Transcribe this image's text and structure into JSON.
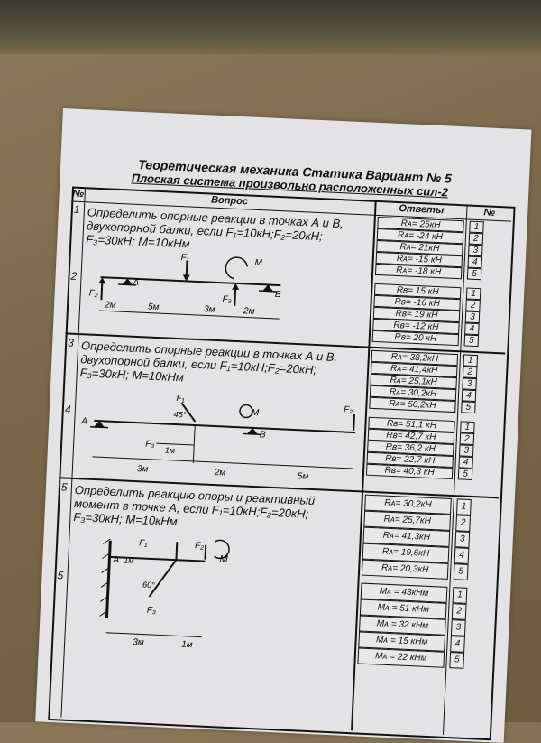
{
  "header": {
    "title": "Теоретическая механика   Статика  Вариант № 5",
    "subtitle": "Плоская система произвольно расположенных сил-2",
    "col_no": "№",
    "col_question": "Вопрос",
    "col_answers": "Ответы",
    "col_no2": "№"
  },
  "tasks": [
    {
      "nums": [
        "1",
        "2"
      ],
      "question": "Определить опорные реакции в точках А и В, двухопорной балки, если F₁=10кН;F₂=20кН; F₃=30кН; M=10кНм",
      "answers_a": [
        {
          "text": "Rᴀ= 25кН",
          "n": "1"
        },
        {
          "text": "Rᴀ= -24 кН",
          "n": "2"
        },
        {
          "text": "Rᴀ= 21кН",
          "n": "3"
        },
        {
          "text": "Rᴀ= -15 кН",
          "n": "4"
        },
        {
          "text": "Rᴀ= -18 кН",
          "n": "5"
        }
      ],
      "answers_b": [
        {
          "text": "Rʙ= 15 кН",
          "n": "1"
        },
        {
          "text": "Rʙ= -16 кН",
          "n": "2"
        },
        {
          "text": "Rʙ= 19 кН",
          "n": "3"
        },
        {
          "text": "Rʙ= -12 кН",
          "n": "4"
        },
        {
          "text": "Rʙ= 20 кН",
          "n": "5"
        }
      ],
      "diagram": {
        "f1": "F₁",
        "f2": "F₂",
        "f3": "F₃",
        "m": "M",
        "a": "A",
        "b": "B",
        "d1": "2м",
        "d2": "5м",
        "d3": "3м",
        "d4": "2м"
      }
    },
    {
      "nums": [
        "3",
        "4"
      ],
      "question": "Определить опорные реакции в точках А и В, двухопорной балки, если F₁=10кН;F₂=20кН; F₃=30кН; M=10кНм",
      "answers_a": [
        {
          "text": "Rᴀ= 38,2кН",
          "n": "1"
        },
        {
          "text": "Rᴀ= 41,4кН",
          "n": "2"
        },
        {
          "text": "Rᴀ= 25,1кН",
          "n": "3"
        },
        {
          "text": "Rᴀ= 30,2кН",
          "n": "4"
        },
        {
          "text": "Rᴀ= 50,2кН",
          "n": "5"
        }
      ],
      "answers_b": [
        {
          "text": "Rʙ= 51,1 кН",
          "n": "1"
        },
        {
          "text": "Rʙ= 42,7 кН",
          "n": "2"
        },
        {
          "text": "Rʙ= 36,2 кН",
          "n": "3"
        },
        {
          "text": "Rʙ= 22,7 кН",
          "n": "4"
        },
        {
          "text": "Rʙ= 40,3 кН",
          "n": "5"
        }
      ],
      "diagram": {
        "f1": "F₁",
        "f2": "F₂",
        "f3": "F₃",
        "m": "M",
        "a": "A",
        "b": "B",
        "angle": "45°",
        "d0": "1м",
        "d1": "3м",
        "d2": "2м",
        "d3": "5м"
      }
    },
    {
      "nums": [
        "5",
        "5"
      ],
      "question": "Определить реакцию опоры и реактивный момент в точке А, если F₁=10кН;F₂=20кН; F₃=30кН; M=10кНм",
      "answers_a": [
        {
          "text": "Rᴀ= 30,2кН",
          "n": "1"
        },
        {
          "text": "Rᴀ= 25,7кН",
          "n": "2"
        },
        {
          "text": "Rᴀ= 41,3кН",
          "n": "3"
        },
        {
          "text": "Rᴀ= 19,6кН",
          "n": "4"
        },
        {
          "text": "Rᴀ= 20,3кН",
          "n": "5"
        }
      ],
      "answers_b": [
        {
          "text": "Mᴀ = 43кНм",
          "n": "1"
        },
        {
          "text": "Mᴀ = 51 кНм",
          "n": "2"
        },
        {
          "text": "Mᴀ = 32 кНм",
          "n": "3"
        },
        {
          "text": "Mᴀ = 15 кНм",
          "n": "4"
        },
        {
          "text": "Mᴀ = 22 кНм",
          "n": "5"
        }
      ],
      "diagram": {
        "f1": "F₁",
        "f2": "F₂",
        "f3": "F₃",
        "m": "M",
        "a": "A",
        "angle": "60°",
        "d0": "1м",
        "d1": "3м",
        "d2": "1м"
      }
    }
  ]
}
